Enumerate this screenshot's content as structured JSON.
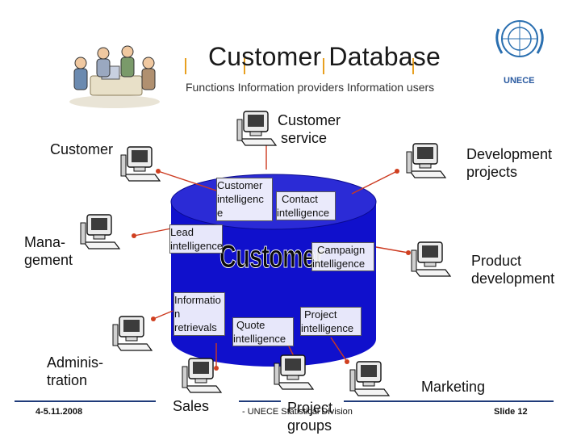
{
  "slide": {
    "title": "Customer Database",
    "subtitle": "Functions  Information providers Information users",
    "logo_label": "UNECE",
    "footer": {
      "date": "4-5.11.2008",
      "center": "- UNECE Statistical Division",
      "slide_no": "Slide 12"
    }
  },
  "diagram": {
    "center_label": "Customer",
    "inner_functions": [
      {
        "id": "customer-intelligence",
        "lines": [
          "Customer",
          "intelligenc",
          "e"
        ]
      },
      {
        "id": "contact-intelligence",
        "lines": [
          "Contact",
          "intelligence"
        ]
      },
      {
        "id": "lead-intelligence",
        "lines": [
          "Lead",
          "intelligence"
        ]
      },
      {
        "id": "campaign-intelligence",
        "lines": [
          "Campaign",
          "intelligence"
        ]
      },
      {
        "id": "information-retrievals",
        "lines": [
          "Informatio",
          "n",
          "retrievals"
        ]
      },
      {
        "id": "project-intelligence",
        "lines": [
          "Project",
          "intelligence"
        ]
      },
      {
        "id": "quote-intelligence",
        "lines": [
          "Quote",
          "intelligence"
        ]
      }
    ],
    "external_nodes": [
      {
        "id": "customer",
        "lines": [
          "Customer"
        ]
      },
      {
        "id": "customer-service",
        "lines": [
          "Customer",
          "service"
        ]
      },
      {
        "id": "development-projects",
        "lines": [
          "Development",
          "projects"
        ]
      },
      {
        "id": "management",
        "lines": [
          "Mana-",
          "gement"
        ]
      },
      {
        "id": "product-development",
        "lines": [
          "Product",
          "development"
        ]
      },
      {
        "id": "administration",
        "lines": [
          "Adminis-",
          "tration"
        ]
      },
      {
        "id": "sales",
        "lines": [
          "Sales"
        ]
      },
      {
        "id": "project-groups",
        "lines": [
          "Project",
          "groups"
        ]
      },
      {
        "id": "marketing",
        "lines": [
          "Marketing"
        ]
      }
    ],
    "colors": {
      "cylinder": "#1010cc",
      "connector": "#cc3a20",
      "node_dot": "#d04020",
      "accent_tick": "#e8a020",
      "footer_line": "#1f3b7a"
    }
  }
}
